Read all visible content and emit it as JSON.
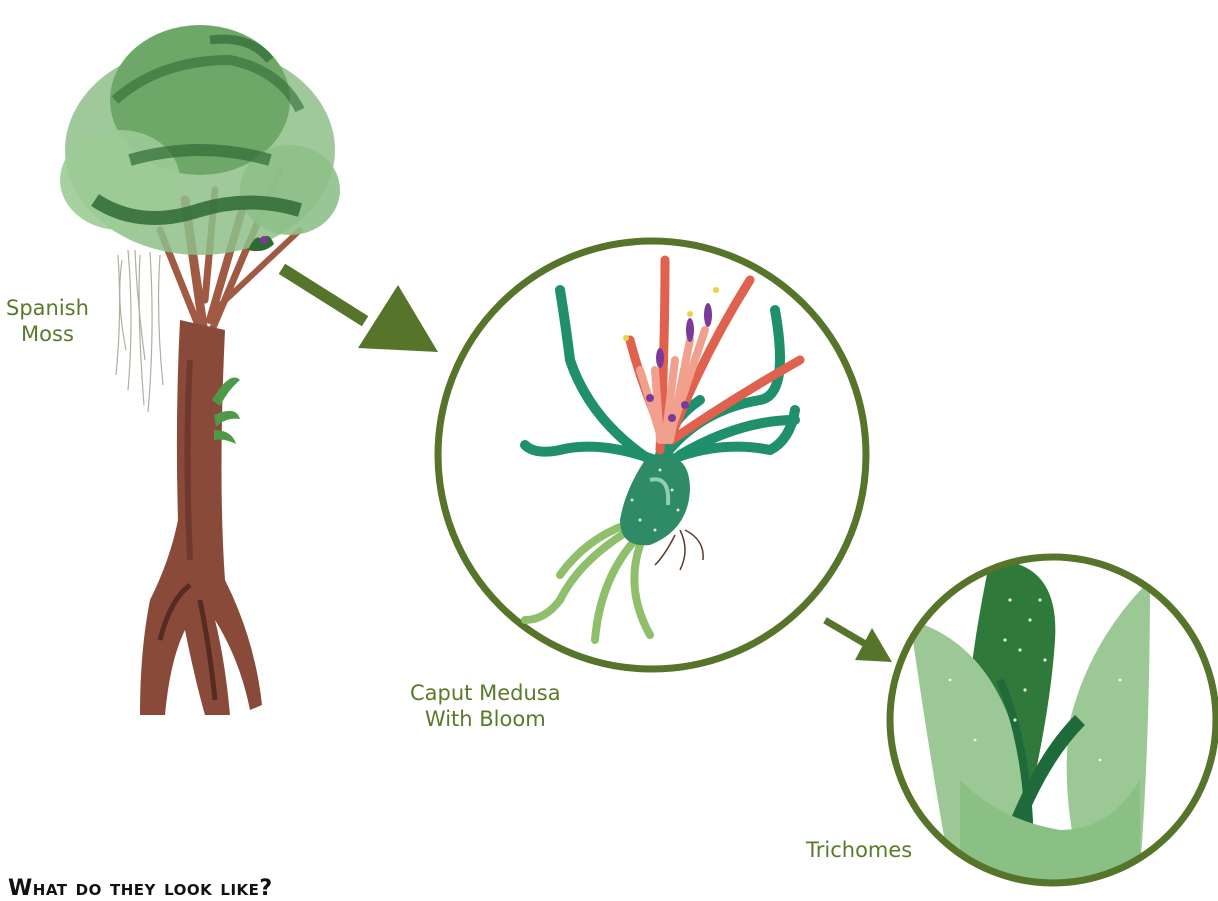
{
  "labels": {
    "spanish_moss": [
      "Spanish",
      "Moss"
    ],
    "caput_medusa": [
      "Caput Medusa",
      "With Bloom"
    ],
    "trichomes": "Trichomes"
  },
  "heading": "What do they look like?",
  "colors": {
    "accent_green": "#5a7a2a",
    "circle_stroke": "#56742a",
    "foliage_dark": "#2f6a35",
    "foliage_light": "#8ec08a",
    "trunk": "#8a4a3a",
    "plant_teal": "#1f8f6c",
    "bloom_red": "#e0614e",
    "bloom_purple": "#7b3a9a"
  },
  "icons": [
    "arrow-right-down-icon",
    "tree-illustration",
    "caput-medusa-plant",
    "leaf-closeup"
  ]
}
